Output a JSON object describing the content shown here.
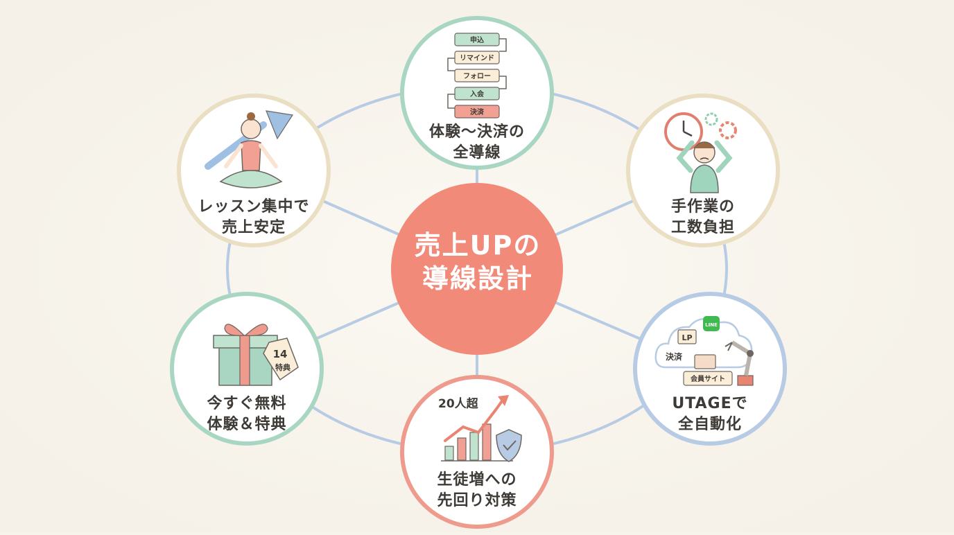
{
  "center": {
    "line1": "売上UPの",
    "line2": "導線設計",
    "color": "#f28a7a"
  },
  "ring_color": "#b7cbe4",
  "nodes": [
    {
      "id": "funnel",
      "label1": "体験〜決済の",
      "label2": "全導線",
      "border": "#a9d6c2",
      "flow_steps": [
        "申込",
        "リマインド",
        "フォロー",
        "入会",
        "決済"
      ]
    },
    {
      "id": "manual",
      "label1": "手作業の",
      "label2": "工数負担",
      "border": "#eadfc3"
    },
    {
      "id": "utage",
      "label1": "UTAGEで",
      "label2": "全自動化",
      "border": "#b7cbe4",
      "icon_texts": {
        "line": "LINE",
        "lp": "LP",
        "payment": "決済",
        "member": "会員サイト"
      }
    },
    {
      "id": "growth",
      "label1": "生徒増への",
      "label2": "先回り対策",
      "border": "#ee9a8d",
      "icon_texts": {
        "badge": "20人超"
      }
    },
    {
      "id": "trial",
      "label1": "今すぐ無料",
      "label2": "体験＆特典",
      "border": "#a9d6c2",
      "icon_texts": {
        "tag_number": "14",
        "tag_text": "特典"
      }
    },
    {
      "id": "yoga",
      "label1": "レッスン集中で",
      "label2": "売上安定",
      "border": "#eadfc3"
    }
  ]
}
